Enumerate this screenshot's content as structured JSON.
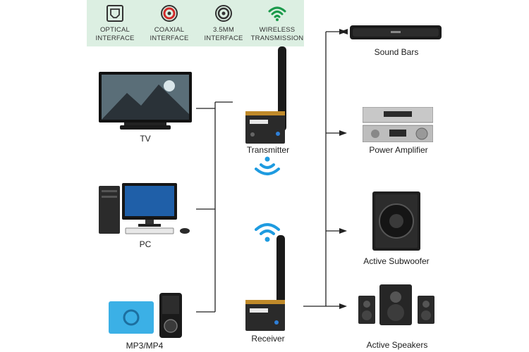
{
  "legend": [
    {
      "icon": "optical-icon",
      "label": "OPTICAL\nINTERFACE"
    },
    {
      "icon": "coaxial-icon",
      "label": "COAXIAL\nINTERFACE"
    },
    {
      "icon": "audio-jack-icon",
      "label": "3.5MM\nINTERFACE"
    },
    {
      "icon": "wifi-icon",
      "label": "WIRELESS\nTRANSMISSION"
    }
  ],
  "sources": {
    "tv": "TV",
    "pc": "PC",
    "mp3": "MP3/MP4"
  },
  "hub": {
    "transmitter": "Transmitter",
    "receiver": "Receiver"
  },
  "outputs": {
    "soundbar": "Sound Bars",
    "amplifier": "Power Amplifier",
    "subwoofer": "Active Subwoofer",
    "speakers": "Active Speakers"
  },
  "colors": {
    "legend_bg": "#dcefe2",
    "wifi_green": "#1a9a4a",
    "coax_red": "#d12a2a",
    "signal_blue": "#1e9be0"
  }
}
